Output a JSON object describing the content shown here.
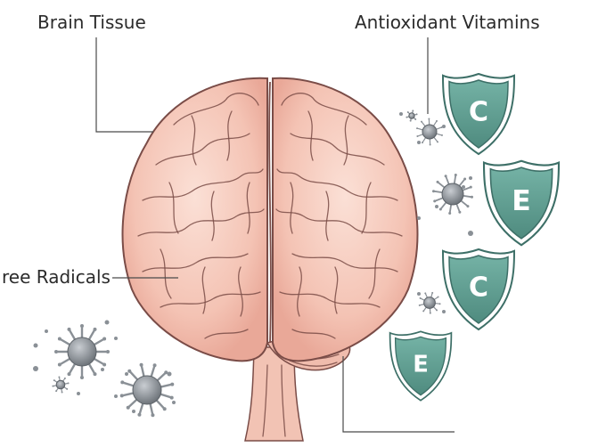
{
  "labels": {
    "brain_tissue": "Brain Tissue",
    "antioxidant_vitamins": "Antioxidant Vitamins",
    "free_radicals": "ree Radicals"
  },
  "shields": [
    {
      "letter": "C"
    },
    {
      "letter": "E"
    },
    {
      "letter": "C"
    },
    {
      "letter": "E"
    }
  ],
  "colors": {
    "brain_fill": "#f6c9bd",
    "brain_outline": "#7a4c47",
    "shield_fill": "#5f9f92",
    "shield_rim": "#ffffff",
    "shield_border": "#3d6f67",
    "radical": "#8a9096",
    "label_text": "#2b2b2b"
  }
}
